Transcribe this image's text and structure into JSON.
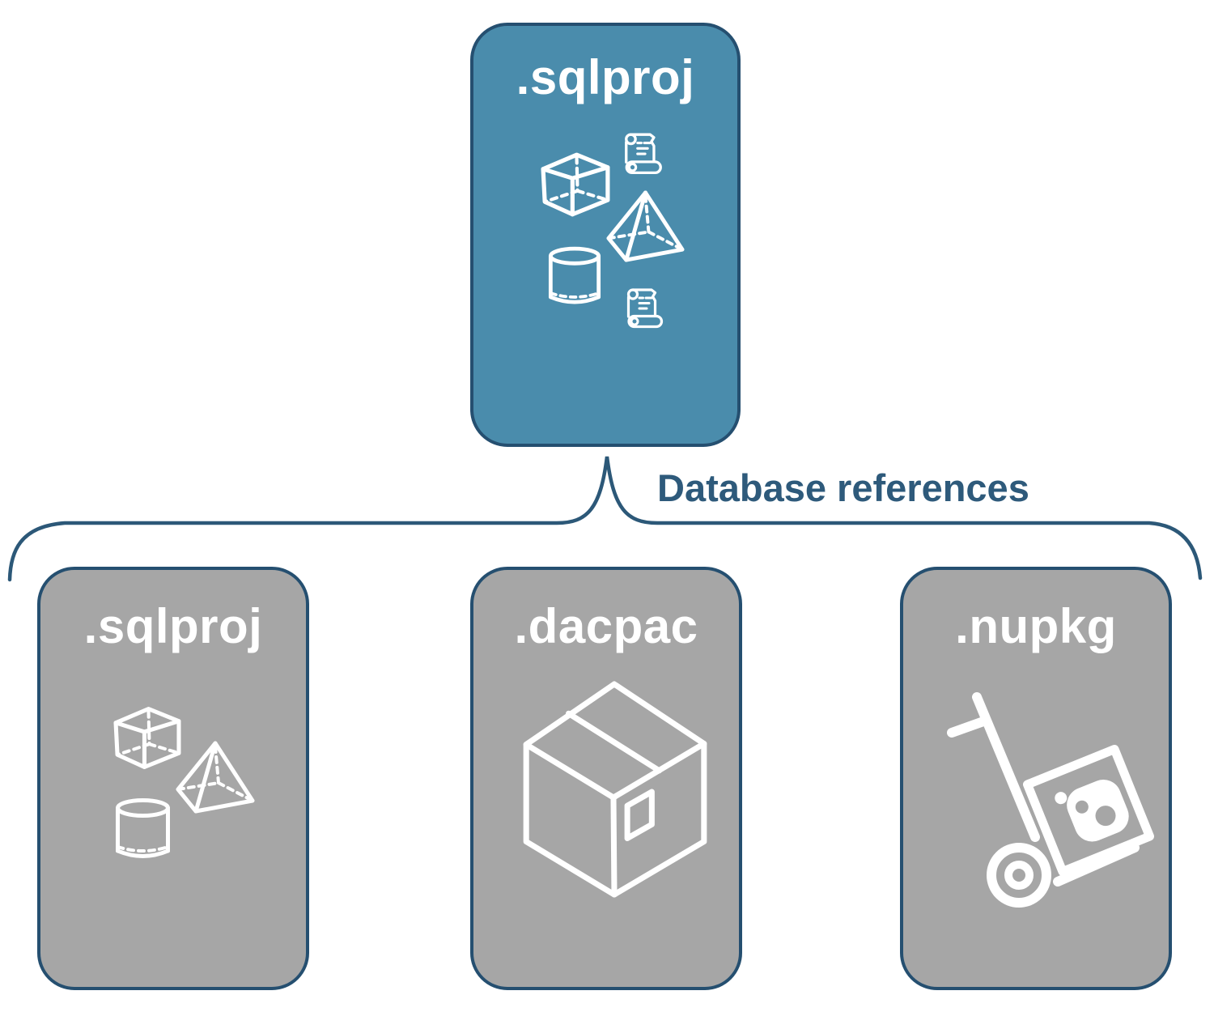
{
  "diagram": {
    "root": {
      "label": ".sqlproj",
      "icons": [
        "script-scroll-icon",
        "cube-icon",
        "pyramid-icon",
        "cylinder-icon",
        "script-scroll-icon"
      ]
    },
    "connector": {
      "label": "Database references"
    },
    "children": [
      {
        "label": ".sqlproj",
        "icons": [
          "cube-icon",
          "pyramid-icon",
          "cylinder-icon"
        ]
      },
      {
        "label": ".dacpac",
        "icons": [
          "package-box-icon"
        ]
      },
      {
        "label": ".nupkg",
        "icons": [
          "hand-truck-icon",
          "nuget-package-icon"
        ]
      }
    ],
    "colors": {
      "root_fill": "#4A8CAC",
      "child_fill": "#A6A6A6",
      "border": "#254F70",
      "connector": "#2C5878",
      "connector_label_text": "#2E5A7B",
      "label_text": "#FFFFFF",
      "icon_stroke": "#FFFFFF",
      "background": "#FFFFFF"
    }
  }
}
